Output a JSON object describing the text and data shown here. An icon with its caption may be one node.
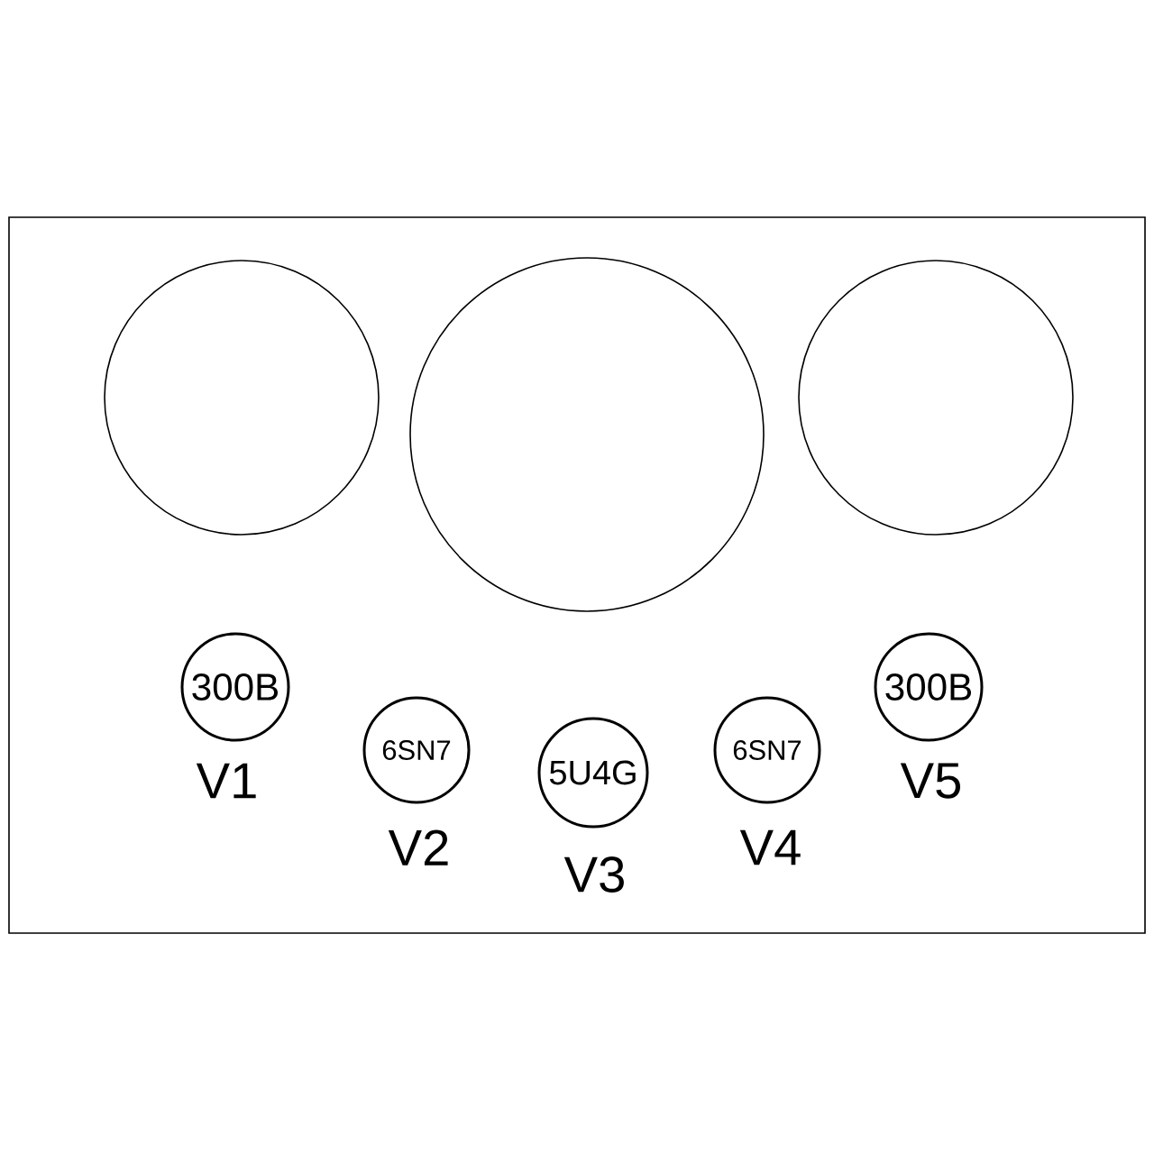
{
  "diagram": {
    "nodes": [
      {
        "text": [],
        "shape": "box"
      },
      {
        "text": [],
        "shape": "circle",
        "in": 0
      },
      {
        "text": [],
        "shape": "circle",
        "in": 0
      },
      {
        "text": [],
        "shape": "circle",
        "in": 0
      },
      {
        "text": [
          "300B"
        ],
        "in": 0,
        "beside": [
          "V1"
        ]
      },
      {
        "text": [
          "6SN7"
        ],
        "in": 0,
        "beside": [
          "V2"
        ]
      },
      {
        "text": [
          "5U4G"
        ],
        "in": 0,
        "beside": [
          "V3"
        ]
      },
      {
        "text": [
          "6SN7"
        ],
        "in": 0,
        "beside": [
          "V4"
        ]
      },
      {
        "text": [
          "300B"
        ],
        "in": 0,
        "beside": [
          "V5"
        ]
      }
    ]
  }
}
